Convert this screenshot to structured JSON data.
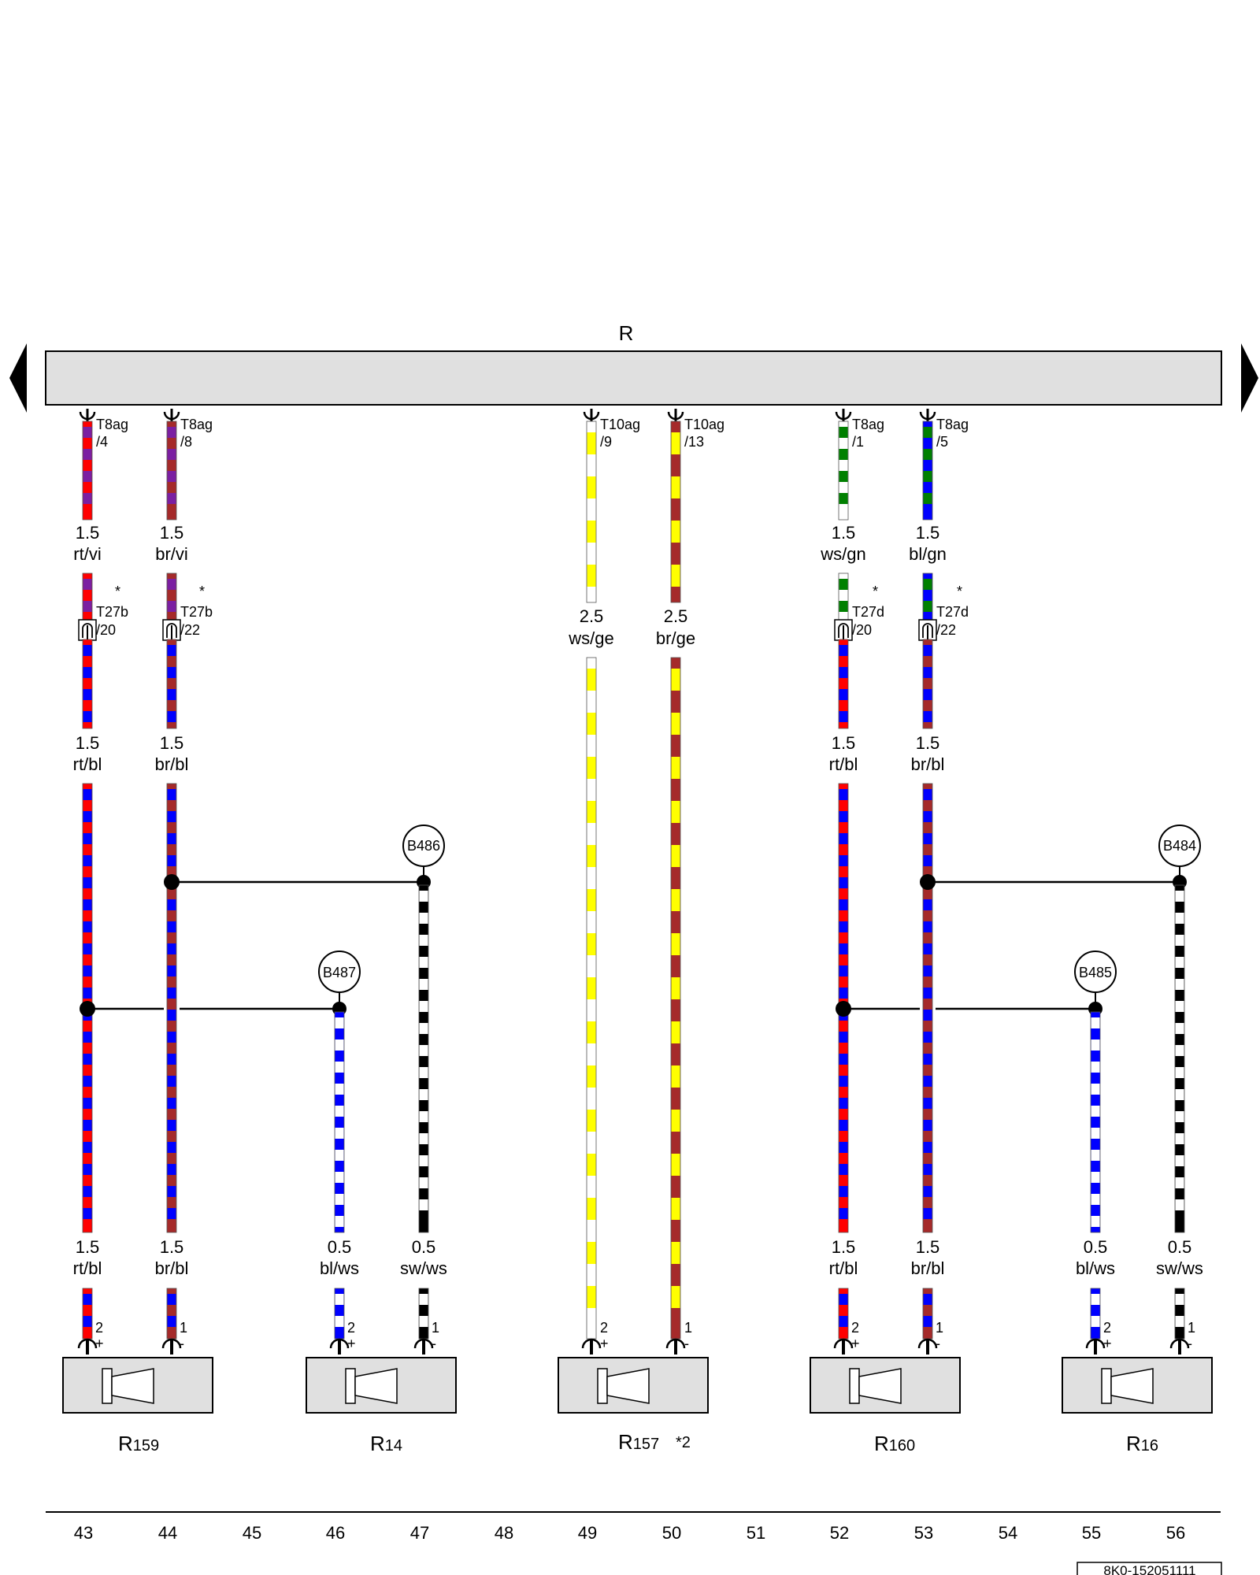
{
  "colors": {
    "rt": "#ff0000",
    "bl": "#0000ff",
    "br": "#a52a2a",
    "vi": "#7b1fa2",
    "ws": "#ffffff",
    "ge": "#ffff00",
    "gn": "#008000",
    "sw": "#000000",
    "component_fill": "#e0e0e0"
  },
  "bus": {
    "label": "R"
  },
  "columns": [
    "43",
    "44",
    "45",
    "46",
    "47",
    "48",
    "49",
    "50",
    "51",
    "52",
    "53",
    "54",
    "55",
    "56"
  ],
  "wires": [
    {
      "id": "w43",
      "col": "43",
      "top": {
        "conn": "T8ag",
        "pin": "/4",
        "size": "1.5",
        "color": "rt/vi"
      },
      "mid_connector": {
        "conn": "T27b",
        "pin": "/20",
        "star": "*"
      },
      "mid": {
        "size": "1.5",
        "color": "rt/bl"
      },
      "bottom": {
        "size": "1.5",
        "color": "rt/bl",
        "pin": "2",
        "polarity": "+"
      }
    },
    {
      "id": "w44",
      "col": "44",
      "top": {
        "conn": "T8ag",
        "pin": "/8",
        "size": "1.5",
        "color": "br/vi"
      },
      "mid_connector": {
        "conn": "T27b",
        "pin": "/22",
        "star": "*"
      },
      "mid": {
        "size": "1.5",
        "color": "br/bl"
      },
      "bottom": {
        "size": "1.5",
        "color": "br/bl",
        "pin": "1",
        "polarity": "-"
      }
    },
    {
      "id": "w46",
      "col": "46",
      "node": "B487",
      "bottom": {
        "size": "0.5",
        "color": "bl/ws",
        "pin": "2",
        "polarity": "+"
      }
    },
    {
      "id": "w47",
      "col": "47",
      "node": "B486",
      "bottom": {
        "size": "0.5",
        "color": "sw/ws",
        "pin": "1",
        "polarity": "-"
      }
    },
    {
      "id": "w49",
      "col": "49",
      "top": {
        "conn": "T10ag",
        "pin": "/9",
        "size": "2.5",
        "color": "ws/ge"
      },
      "bottom": {
        "pin": "2",
        "polarity": "+"
      }
    },
    {
      "id": "w50",
      "col": "50",
      "top": {
        "conn": "T10ag",
        "pin": "/13",
        "size": "2.5",
        "color": "br/ge"
      },
      "bottom": {
        "pin": "1",
        "polarity": "-"
      }
    },
    {
      "id": "w52",
      "col": "52",
      "top": {
        "conn": "T8ag",
        "pin": "/1",
        "size": "1.5",
        "color": "ws/gn"
      },
      "mid_connector": {
        "conn": "T27d",
        "pin": "/20",
        "star": "*"
      },
      "mid": {
        "size": "1.5",
        "color": "rt/bl"
      },
      "bottom": {
        "size": "1.5",
        "color": "rt/bl",
        "pin": "2",
        "polarity": "+"
      }
    },
    {
      "id": "w53",
      "col": "53",
      "top": {
        "conn": "T8ag",
        "pin": "/5",
        "size": "1.5",
        "color": "bl/gn"
      },
      "mid_connector": {
        "conn": "T27d",
        "pin": "/22",
        "star": "*"
      },
      "mid": {
        "size": "1.5",
        "color": "br/bl"
      },
      "bottom": {
        "size": "1.5",
        "color": "br/bl",
        "pin": "1",
        "polarity": "-"
      }
    },
    {
      "id": "w55",
      "col": "55",
      "node": "B485",
      "bottom": {
        "size": "0.5",
        "color": "bl/ws",
        "pin": "2",
        "polarity": "+"
      }
    },
    {
      "id": "w56",
      "col": "56",
      "node": "B484",
      "bottom": {
        "size": "0.5",
        "color": "sw/ws",
        "pin": "1",
        "polarity": "-"
      }
    }
  ],
  "components": [
    {
      "id": "c1",
      "main": "R",
      "sub": "159",
      "note": ""
    },
    {
      "id": "c2",
      "main": "R",
      "sub": "14",
      "note": ""
    },
    {
      "id": "c3",
      "main": "R",
      "sub": "157",
      "note": "*2"
    },
    {
      "id": "c4",
      "main": "R",
      "sub": "160",
      "note": ""
    },
    {
      "id": "c5",
      "main": "R",
      "sub": "16",
      "note": ""
    }
  ],
  "document_id": "8K0-152051111"
}
